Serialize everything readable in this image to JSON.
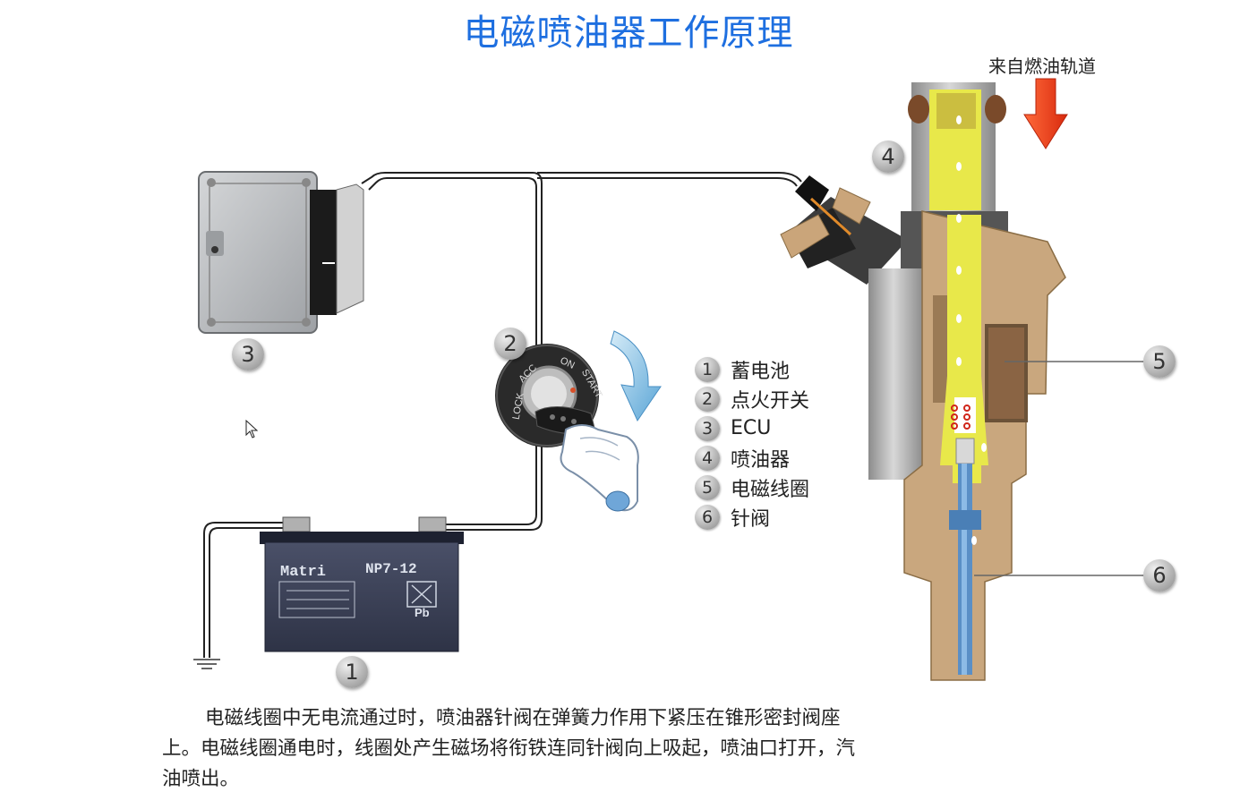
{
  "title": "电磁喷油器工作原理",
  "fuel_rail_label": "来自燃油轨道",
  "ignition_switch": {
    "positions": [
      "LOCK",
      "ACC",
      "ON",
      "START"
    ]
  },
  "battery": {
    "brand": "Matri",
    "model": "NP7-12",
    "recycle_mark": "Pb"
  },
  "callouts": {
    "battery": "1",
    "ignition_switch": "2",
    "ecu": "3",
    "injector": "4",
    "coil": "5",
    "needle": "6"
  },
  "legend": [
    {
      "num": "1",
      "label": "蓄电池"
    },
    {
      "num": "2",
      "label": "点火开关"
    },
    {
      "num": "3",
      "label": "ECU"
    },
    {
      "num": "4",
      "label": "喷油器"
    },
    {
      "num": "5",
      "label": "电磁线圈"
    },
    {
      "num": "6",
      "label": "针阀"
    }
  ],
  "description": "电磁线圈中无电流通过时，喷油器针阀在弹簧力作用下紧压在锥形密封阀座上。电磁线圈通电时，线圈处产生磁场将衔铁连同针阀向上吸起，喷油口打开，汽油喷出。",
  "colors": {
    "title": "#1e6fe0",
    "fuel": "#e8e84a",
    "arrow": "#e83a1a",
    "ecu_body": "#b9bcc0",
    "battery_body": "#3a4055",
    "injector_body": "#c9a77e"
  }
}
